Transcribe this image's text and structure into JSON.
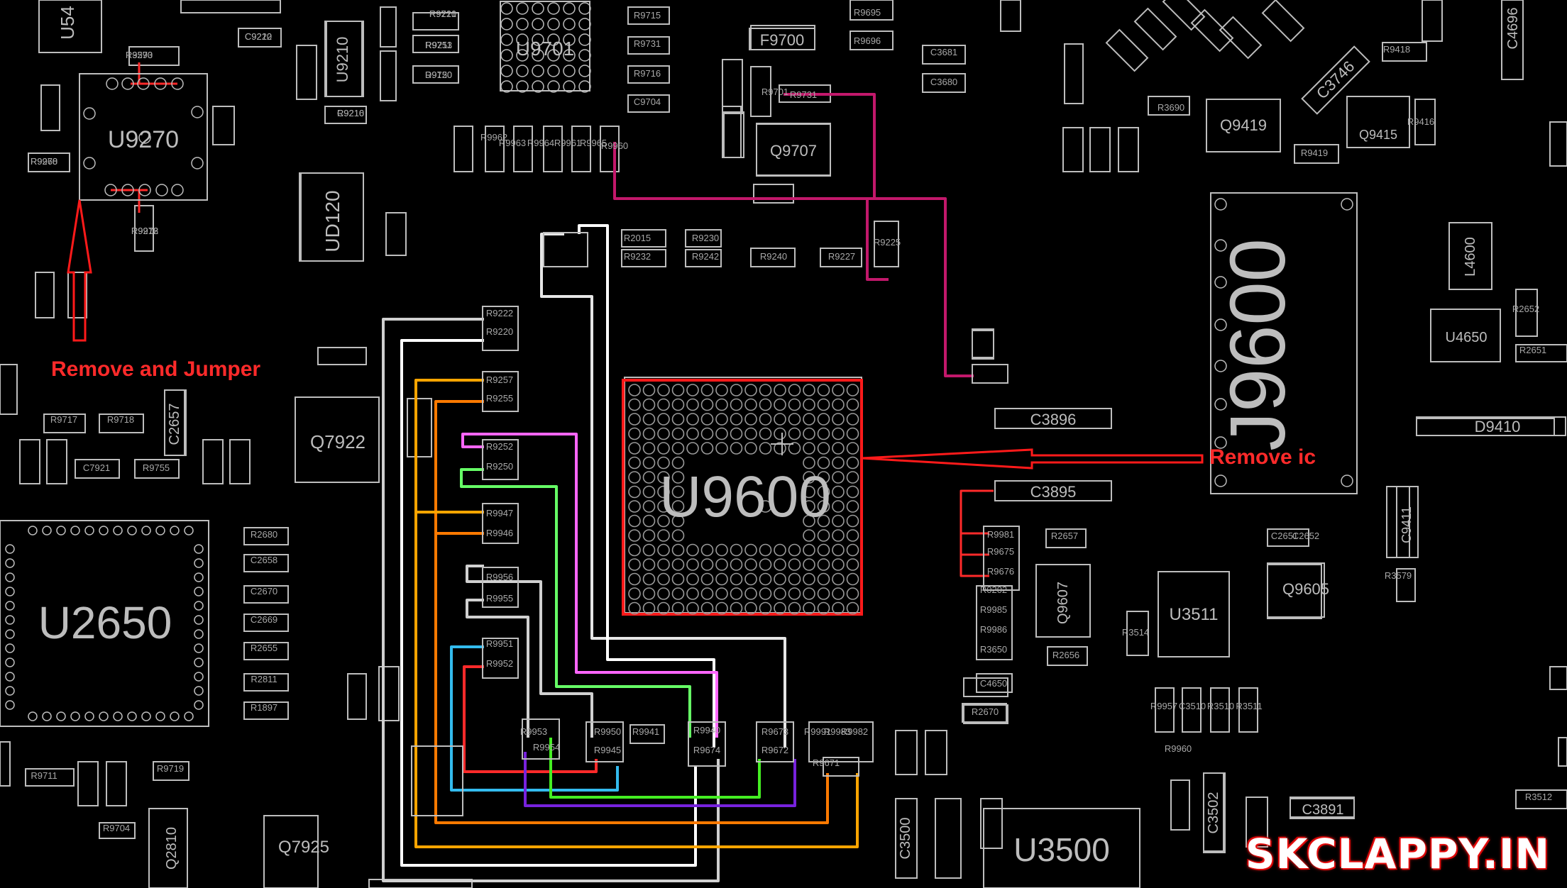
{
  "components": {
    "u2650": "U2650",
    "u9270": "U9270",
    "u9600": "U9600",
    "j9600": "J9600",
    "u9701": "U9701",
    "ud120": "UD120",
    "q7922": "Q7922",
    "q9707": "Q9707",
    "q9419": "Q9419",
    "q9415": "Q9415",
    "q9605": "Q9605",
    "q9607": "Q9607",
    "u3511": "U3511",
    "u3500": "U3500",
    "u4650": "U4650",
    "l4600": "L4600",
    "f9700": "F9700",
    "q7925": "Q7925",
    "q2810": "Q2810",
    "c3896": "C3896",
    "c3895": "C3895",
    "d9410": "D9410",
    "c3746": "C3746",
    "c4696": "C4696",
    "c9411": "C9411",
    "c2657": "C2657",
    "c3891": "C3891",
    "c3500": "C3500",
    "c3502": "C3502",
    "u54": "U54",
    "u9210": "U9210"
  },
  "small_labels": [
    "R9273",
    "R9270",
    "R9212",
    "C9220",
    "R9721",
    "R9753",
    "R9720",
    "C9210",
    "R9715",
    "R9731",
    "R9716",
    "C9704",
    "R9695",
    "R9696",
    "C3681",
    "C3680",
    "R3690",
    "R9419",
    "R9418",
    "R9416",
    "R9731",
    "R9701",
    "R9962",
    "R9963",
    "R9964",
    "R9961",
    "R9965",
    "R9960",
    "R2015",
    "R9232",
    "R9230",
    "R9242",
    "R9240",
    "R9227",
    "R9225",
    "R9222",
    "R9220",
    "R9257",
    "R9255",
    "R9252",
    "R9250",
    "R9947",
    "R9946",
    "R9956",
    "R9955",
    "R9951",
    "R9952",
    "R9953",
    "R9954",
    "R9950",
    "R9945",
    "R9941",
    "R9940",
    "R9674",
    "R9673",
    "R9672",
    "R9671",
    "R9991",
    "R9983",
    "R9982",
    "R9981",
    "R9675",
    "R9676",
    "R0202",
    "R9985",
    "R9986",
    "R3650",
    "C4650",
    "R2670",
    "R2657",
    "R2656",
    "C2651",
    "C2652",
    "R2651",
    "R2652",
    "R2680",
    "C2658",
    "C2670",
    "C2669",
    "R2655",
    "R2811",
    "R1897",
    "C7921",
    "R9755",
    "R9717",
    "R9718",
    "R9711",
    "R9719",
    "R9704",
    "R9960",
    "R9957",
    "C3510",
    "R3510",
    "R3511",
    "R3512",
    "R3514",
    "R3579",
    "R3590",
    "R9968",
    "R9978",
    "C9212",
    "R9210",
    "R9211",
    "D9150",
    "R9216"
  ],
  "annotations": {
    "left": "Remove and Jumper",
    "right": "Remove ic"
  },
  "watermark": "SKCLAPPY.IN",
  "colors": {
    "background": "#000000",
    "outline": "#bdbdbd",
    "highlight": "#ff1a1a",
    "trace_magenta": "#c2186b",
    "trace_white": "#f2f2f2",
    "trace_orange": "#ff9900",
    "trace_pink": "#ff66ff",
    "trace_green": "#66ff66",
    "trace_cyan": "#33bbee",
    "trace_purple": "#7722dd"
  }
}
